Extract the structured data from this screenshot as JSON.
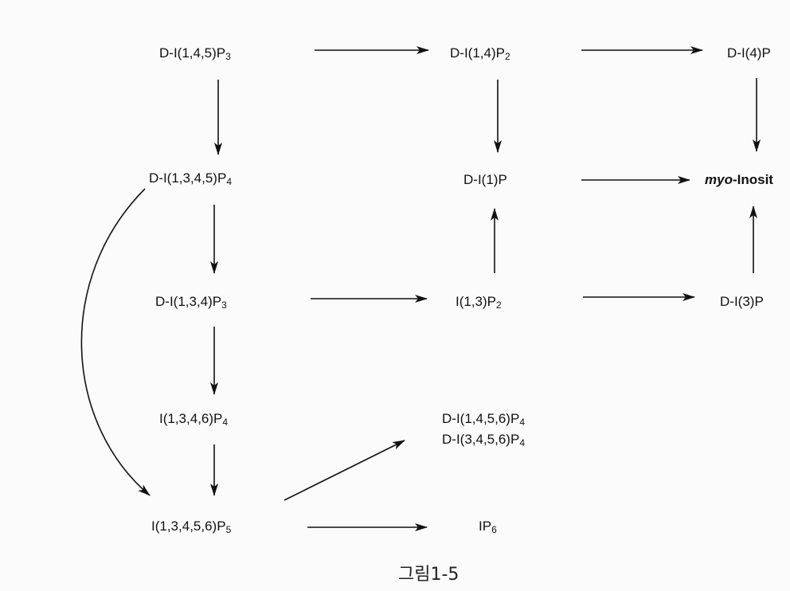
{
  "nodes": {
    "ip3_145": {
      "main": "D-I(1,4,5)P",
      "sub": "3"
    },
    "ip2_14": {
      "main": "D-I(1,4)P",
      "sub": "2"
    },
    "ip_4": {
      "main": "D-I(4)P",
      "sub": ""
    },
    "ip4_1345": {
      "main": "D-I(1,3,4,5)P",
      "sub": "4"
    },
    "ip_1": {
      "main": "D-I(1)P",
      "sub": ""
    },
    "myo": {
      "prefix": "myo",
      "rest": "-Inosit"
    },
    "ip3_134": {
      "main": "D-I(1,3,4)P",
      "sub": "3"
    },
    "ip2_13": {
      "main": "I(1,3)P",
      "sub": "2"
    },
    "ip_3": {
      "main": "D-I(3)P",
      "sub": ""
    },
    "ip4_1346": {
      "main": "I(1,3,4,6)P",
      "sub": "4"
    },
    "ip4_1456": {
      "main": "D-I(1,4,5,6)P",
      "sub": "4"
    },
    "ip4_3456": {
      "main": "D-I(3,4,5,6)P",
      "sub": "4"
    },
    "ip5_13456": {
      "main": "I(1,3,4,5,6)P",
      "sub": "5"
    },
    "ip6": {
      "main": "IP",
      "sub": "6"
    }
  },
  "caption": "그림1-5",
  "colors": {
    "ink": "#111111",
    "background": "#fbfbfb"
  }
}
